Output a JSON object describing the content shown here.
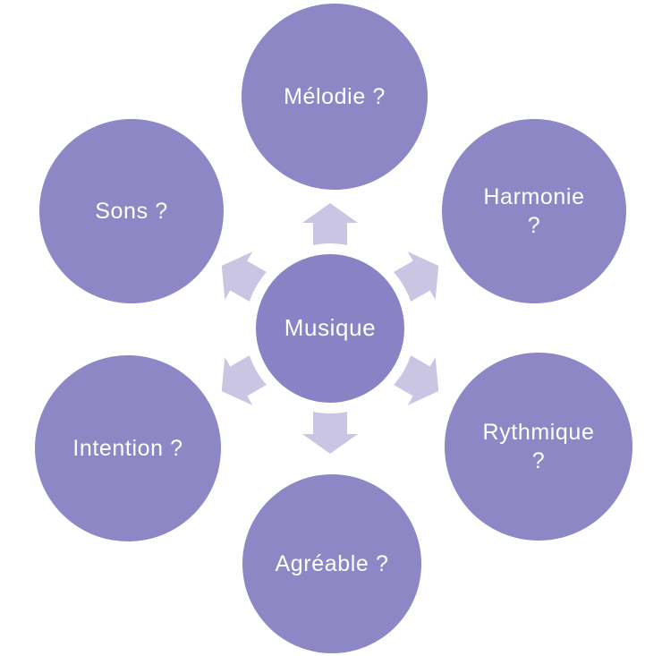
{
  "diagram": {
    "background": "#ffffff",
    "colors": {
      "circle_fill": "#8d87c6",
      "hub_fill": "#8982c4",
      "arrow_fill": "#c9c5e3",
      "text": "#ffffff"
    },
    "nodes": {
      "center": {
        "label": "Musique"
      },
      "top": {
        "label": "Mélodie ?"
      },
      "upper_left": {
        "label": "Sons ?"
      },
      "upper_right": {
        "label": "Harmonie\n?"
      },
      "lower_left": {
        "label": "Intention ?"
      },
      "lower_right": {
        "label": "Rythmique\n?"
      },
      "bottom": {
        "label": "Agréable ?"
      }
    },
    "connections": [
      {
        "from": "Musique",
        "to": "Mélodie ?"
      },
      {
        "from": "Musique",
        "to": "Harmonie ?"
      },
      {
        "from": "Musique",
        "to": "Rythmique ?"
      },
      {
        "from": "Musique",
        "to": "Agréable ?"
      },
      {
        "from": "Musique",
        "to": "Intention ?"
      },
      {
        "from": "Musique",
        "to": "Sons ?"
      }
    ],
    "arrows": [
      {
        "icon": "arrow-up-icon",
        "direction": "up"
      },
      {
        "icon": "arrow-upper-right-icon",
        "direction": "upper-right"
      },
      {
        "icon": "arrow-lower-right-icon",
        "direction": "lower-right"
      },
      {
        "icon": "arrow-down-icon",
        "direction": "down"
      },
      {
        "icon": "arrow-lower-left-icon",
        "direction": "lower-left"
      },
      {
        "icon": "arrow-upper-left-icon",
        "direction": "upper-left"
      }
    ]
  }
}
